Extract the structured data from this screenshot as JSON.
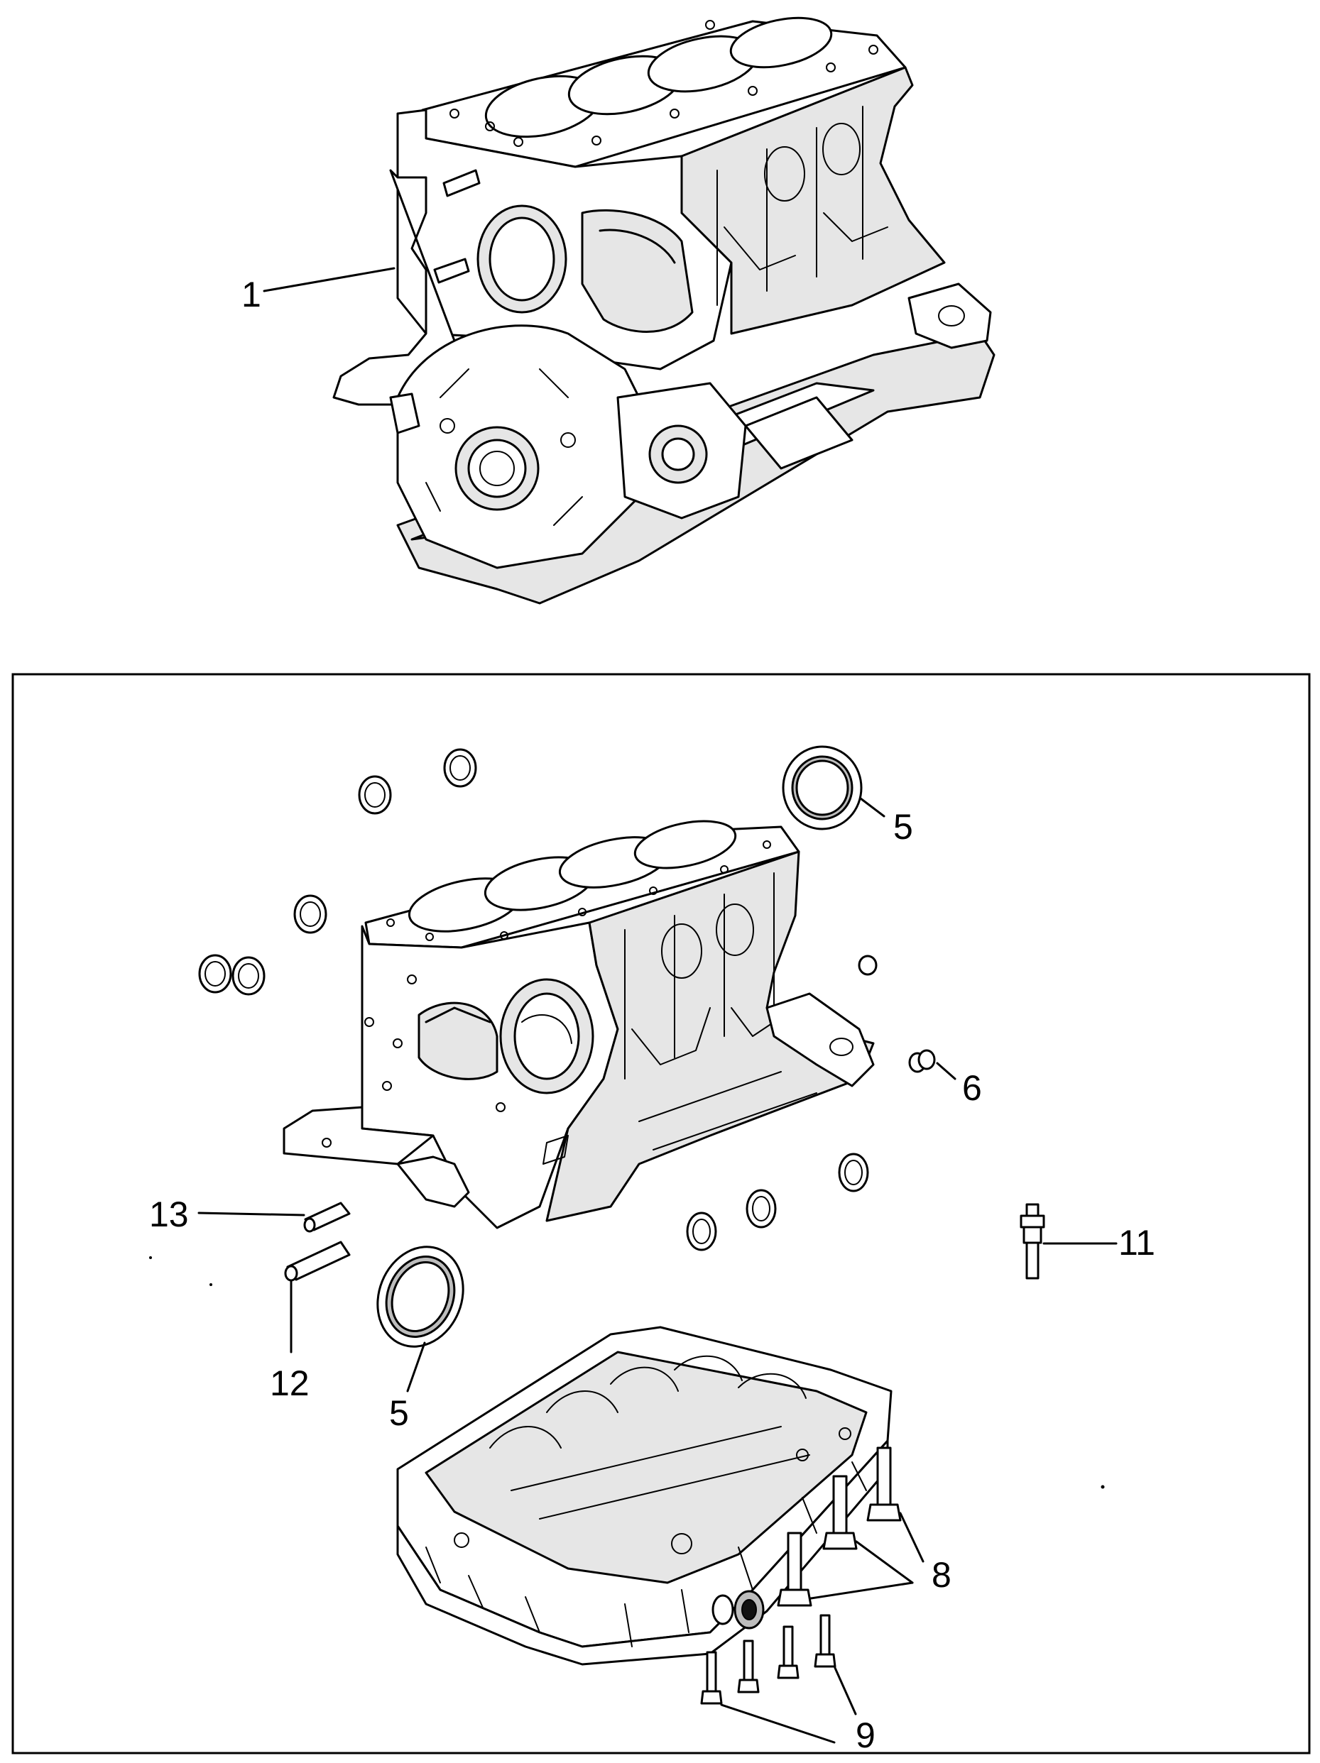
{
  "callouts": {
    "c1": "1",
    "c5a": "5",
    "c5b": "5",
    "c6": "6",
    "c8": "8",
    "c9": "9",
    "c11": "11",
    "c12": "12",
    "c13": "13"
  },
  "icons": {
    "complete-engine-block": "engine-block-assembly-icon",
    "cylinder-block": "cylinder-block-icon",
    "bedplate": "bedplate-icon",
    "rear-seal": "oil-seal-icon",
    "front-seal": "oil-seal-icon",
    "plug": "expansion-plug-icon",
    "bolts": "bolt-icon",
    "dowel-pins": "dowel-pin-icon"
  },
  "colors": {
    "line": "#000000",
    "background": "#ffffff",
    "shade": "#e6e6e6"
  }
}
